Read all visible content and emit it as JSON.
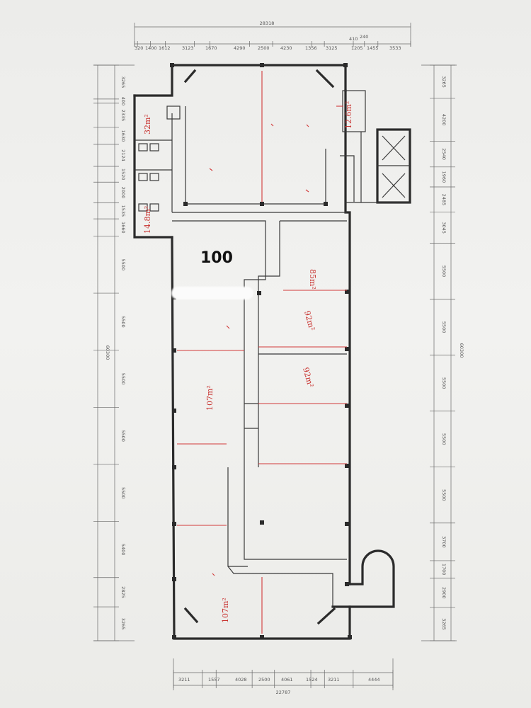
{
  "plan": {
    "room_label": "100",
    "overall_width_top": "28318",
    "overall_width_bottom": "22787",
    "overall_height_left": "60300",
    "overall_height_right": "60300",
    "top_dims": [
      "320",
      "1400",
      "1612",
      "3123",
      "1670",
      "4290",
      "2500",
      "4230",
      "1356",
      "3125",
      "1205",
      "1455",
      "3533"
    ],
    "top_small_dims": [
      "410",
      "240"
    ],
    "bottom_dims": [
      "3211",
      "1557",
      "4028",
      "2500",
      "4061",
      "1524",
      "3211",
      "4444"
    ],
    "left_dims": [
      "3265",
      "400",
      "2335",
      "1630",
      "2124",
      "1520",
      "2000",
      "1535",
      "1660",
      "5500",
      "5500",
      "5500",
      "5500",
      "5500",
      "5400",
      "2825",
      "3265"
    ],
    "right_dims": [
      "3265",
      "4200",
      "2540",
      "1960",
      "2485",
      "3045",
      "5500",
      "5500",
      "5500",
      "5500",
      "5500",
      "3700",
      "1700",
      "2900",
      "3265"
    ],
    "handwritten_areas": [
      {
        "text": "32m²",
        "id": "toilet-area"
      },
      {
        "text": "12.6m²",
        "id": "ne-small-room-area"
      },
      {
        "text": "14.8m²",
        "id": "sw-small-room-area"
      },
      {
        "text": "85m²",
        "id": "east-room-1-area"
      },
      {
        "text": "92m²",
        "id": "east-room-2-area"
      },
      {
        "text": "92m²",
        "id": "east-room-3-area"
      },
      {
        "text": "107m²",
        "id": "west-room-area"
      },
      {
        "text": "107m²",
        "id": "south-room-area"
      }
    ]
  }
}
